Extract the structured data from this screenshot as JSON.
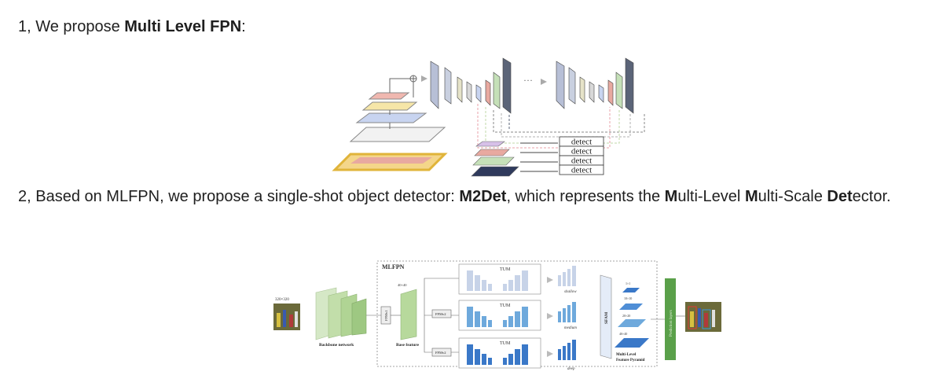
{
  "para1": {
    "prefix": "1, We propose ",
    "bold": "Multi Level FPN",
    "suffix": ":"
  },
  "figure1": {
    "detect_labels": [
      "detect",
      "detect",
      "detect",
      "detect"
    ]
  },
  "para2": {
    "t1": "2, Based on MLFPN, we propose a single-shot object detector: ",
    "b1": "M2Det",
    "t2": ", which represents the ",
    "b2": "M",
    "t3": "ulti-Level ",
    "b3": "M",
    "t4": "ulti-Scale ",
    "b4": "Det",
    "t5": "ector."
  },
  "figure2": {
    "mlfpn_label": "MLFPN",
    "tum_labels": [
      "TUM",
      "TUM",
      "TUM"
    ],
    "level_labels": [
      "shallow",
      "medium",
      "deep"
    ],
    "ffm_labels": [
      "FFMv1",
      "FFMv2",
      "FFMv2"
    ],
    "input_size": "320×320",
    "base_size": "40×40",
    "backbone_label": "Backbone network",
    "base_label": "Base feature",
    "sfam_label": "SFAM",
    "pyramid_label_1": "Multi-Level",
    "pyramid_label_2": "Feature Pyramid",
    "prediction_label": "Prediction layers",
    "scale_labels": [
      "1×1",
      "10×10",
      "20×20",
      "40×40"
    ]
  }
}
